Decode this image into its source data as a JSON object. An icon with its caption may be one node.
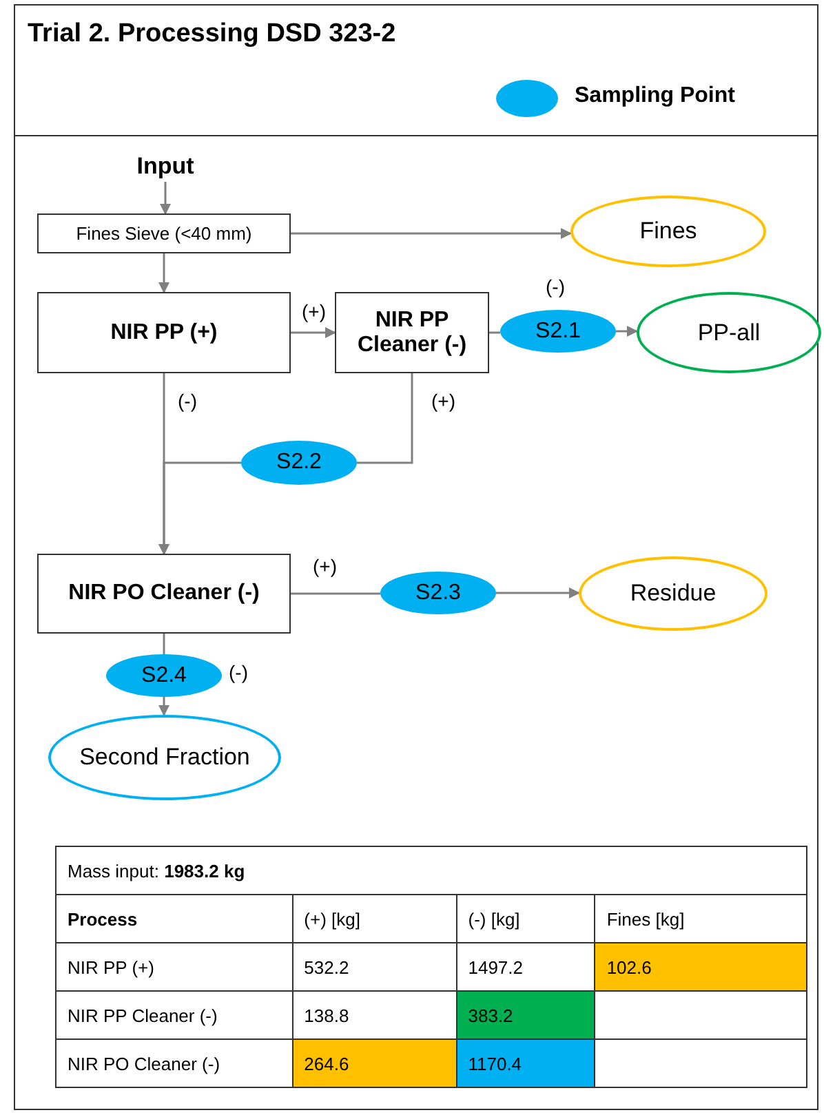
{
  "diagram": {
    "title": "Trial 2. Processing DSD 323-2",
    "nodes": [
      {
        "text": [
          "Input"
        ]
      },
      {
        "text": [
          "Fines Sieve (<40 mm)"
        ]
      },
      {
        "text": [
          "Fines"
        ]
      },
      {
        "text": [
          "NIR PP (+)"
        ]
      },
      {
        "text": [
          "NIR PP Cleaner (-)"
        ]
      },
      {
        "text": [
          "S2.1"
        ]
      },
      {
        "text": [
          "PP-all"
        ]
      },
      {
        "text": [
          "S2.2"
        ]
      },
      {
        "text": [
          "NIR PO Cleaner (-)"
        ]
      },
      {
        "text": [
          "S2.3"
        ]
      },
      {
        "text": [
          "Residue"
        ]
      },
      {
        "text": [
          "S2.4"
        ]
      },
      {
        "text": [
          "Second Fraction"
        ]
      }
    ],
    "edges": [
      {
        "from": 0,
        "to": 1,
        "arrow": "to"
      },
      {
        "from": 1,
        "to": 2,
        "arrow": "to"
      },
      {
        "from": 1,
        "to": 3,
        "arrow": "to"
      },
      {
        "from": 3,
        "to": 4,
        "arrow": "to",
        "label": "(+)"
      },
      {
        "from": 4,
        "to": 5,
        "arrow": "none",
        "label": "(-)"
      },
      {
        "from": 5,
        "to": 6,
        "arrow": "to"
      },
      {
        "from": 4,
        "to": 7,
        "arrow": "none",
        "label": "(+)"
      },
      {
        "from": 7,
        "to": 8,
        "arrow": "to"
      },
      {
        "from": 3,
        "to": 8,
        "arrow": "to",
        "label": "(-)"
      },
      {
        "from": 8,
        "to": 9,
        "arrow": "none",
        "label": "(+)"
      },
      {
        "from": 9,
        "to": 10,
        "arrow": "to"
      },
      {
        "from": 8,
        "to": 11,
        "arrow": "none"
      },
      {
        "from": 11,
        "to": 12,
        "arrow": "to",
        "label": "(-)"
      }
    ],
    "labels": [
      "Mass input: **1983.2 kg**",
      "Process",
      "(+) [kg]",
      "(-) [kg]",
      "Fines [kg]",
      "NIR PP (+)",
      "532.2",
      "1497.2",
      "102.6",
      "NIR PP Cleaner (-)",
      "138.8",
      "383.2",
      "NIR PO Cleaner (-)",
      "264.6",
      "1170.4"
    ],
    "legend": [
      {
        "text": "Sampling Point",
        "color": "#00b0f0"
      }
    ]
  }
}
